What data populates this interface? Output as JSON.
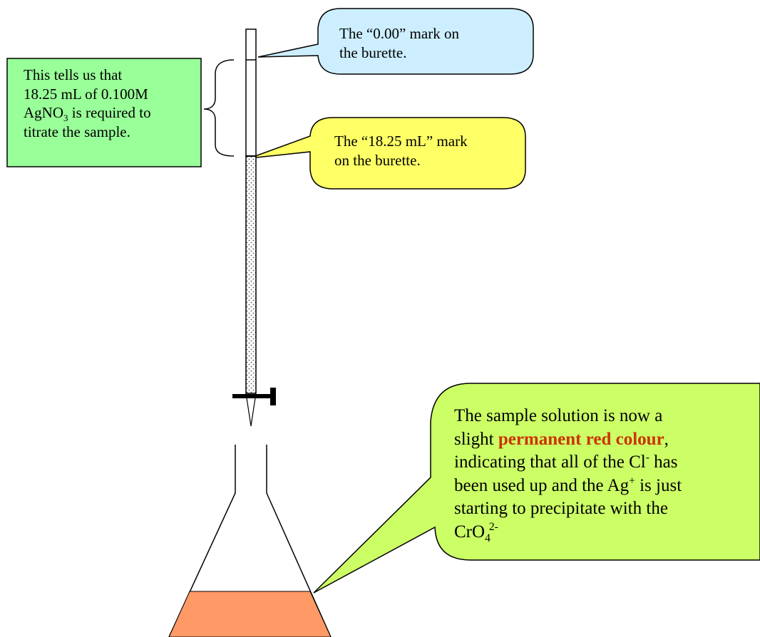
{
  "colors": {
    "green_box": "#99ff99",
    "blue_callout": "#cceeff",
    "yellow_callout": "#ffff66",
    "lime_callout": "#ccff66",
    "solution": "#ff9966",
    "highlight_text": "#cc3300"
  },
  "callouts": {
    "volume_note": {
      "line1": "This tells us that",
      "line2": "18.25 mL of 0.100M",
      "line3_pre": "AgNO",
      "line3_sub": "3",
      "line3_post": " is required to",
      "line4": "titrate the sample."
    },
    "zero_mark": {
      "line1": "The “0.00” mark on",
      "line2": "the burette."
    },
    "end_mark": {
      "line1": "The “18.25 mL” mark",
      "line2": "on the burette."
    },
    "sample": {
      "line1": "The sample solution is now a",
      "line2_pre": "slight ",
      "line2_bold": "permanent red colour",
      "line2_post": ",",
      "line3_pre": "indicating that all of the Cl",
      "line3_sup": "-",
      "line3_post": " has",
      "line4_pre": "been used up and the Ag",
      "line4_sup": "+",
      "line4_post": " is just",
      "line5": "starting to precipitate with the",
      "line6_pre": "CrO",
      "line6_sub": "4",
      "line6_sup": "2-"
    }
  }
}
